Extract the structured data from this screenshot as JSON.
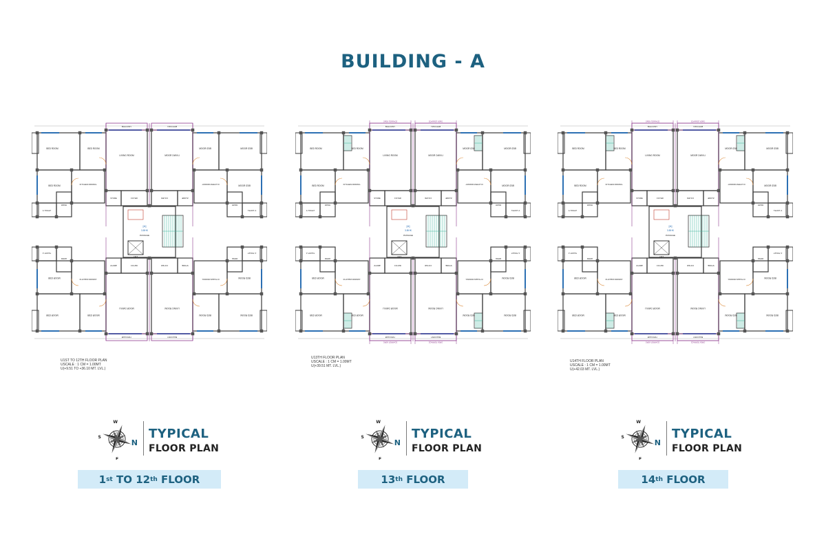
{
  "page": {
    "title": "BUILDING - A"
  },
  "plans": [
    {
      "id": "plan-1-12",
      "scale_lines": [
        "U1ST TO 12TH FLOOR PLAN",
        "USCALE : 1 CM = 1.00MT",
        "U(+9.51 TO +36.10 MT. LVL.)"
      ],
      "heading": "TYPICAL",
      "subheading": "FLOOR PLAN",
      "badge_prefix": "1",
      "badge_sup1": "st",
      "badge_mid": "TO 12",
      "badge_sup2": "th",
      "badge_suffix": "FLOOR",
      "rooms": {
        "balcony": "BALCONY",
        "living": "LIVING ROOM",
        "bed": "BED ROOM",
        "kitchen": "KITCHEN DINNING",
        "toilet": "A.TOILET",
        "wash": "WASH",
        "store": "STORE",
        "foyer": "FOYER",
        "passage": "PASSAGE",
        "lift": "LIFT",
        "bhk": "3-BHK",
        "wing": "[A]"
      }
    },
    {
      "id": "plan-13",
      "scale_lines": [
        "U13TH FLOOR PLAN",
        "USCALE : 1 CM = 1.00MT",
        "U(+39.51 MT. LVL.)"
      ],
      "heading": "TYPICAL",
      "subheading": "FLOOR PLAN",
      "badge_prefix": "13",
      "badge_sup1": "th",
      "badge_mid": "",
      "badge_sup2": "",
      "badge_suffix": "FLOOR",
      "rooms": {
        "balcony": "BALCONY",
        "living": "LIVING ROOM",
        "bed": "BED ROOM",
        "kitchen": "KITCHEN DINNING",
        "toilet": "A.TOILET",
        "wash": "WASH",
        "store": "STORE",
        "foyer": "FOYER",
        "passage": "PASSAGE",
        "lift": "LIFT",
        "bhk": "3-BHK",
        "wing": "[A]",
        "terrace": "OPEN TERRACE"
      }
    },
    {
      "id": "plan-14",
      "scale_lines": [
        "U14TH FLOOR PLAN",
        "USCALE : 1 CM = 1.00MT",
        "U(+42.03 MT. LVL.)"
      ],
      "heading": "TYPICAL",
      "subheading": "FLOOR PLAN",
      "badge_prefix": "14",
      "badge_sup1": "th",
      "badge_mid": "",
      "badge_sup2": "",
      "badge_suffix": "FLOOR",
      "rooms": {
        "balcony": "BALCONY",
        "living": "LIVING ROOM",
        "bed": "BED ROOM",
        "kitchen": "KITCHEN DINNING",
        "toilet": "A.TOILET",
        "wash": "WASH",
        "store": "STORE",
        "foyer": "FOYER",
        "passage": "PASSAGE",
        "lift": "LIFT",
        "bhk": "3-BHK",
        "wing": "[A]",
        "terrace": "OPEN TERRACE"
      }
    }
  ],
  "compass": {
    "n": "N",
    "s": "S",
    "e": "E",
    "w": "W"
  },
  "colors": {
    "accent": "#1d6180",
    "badge_bg": "#d3ebf8",
    "wall": "#3a3a3a",
    "column": "#555555",
    "window": "#2b6fb3",
    "boundary": "#8e3a8e",
    "door": "#d9822b",
    "stair": "#3bb39a"
  }
}
